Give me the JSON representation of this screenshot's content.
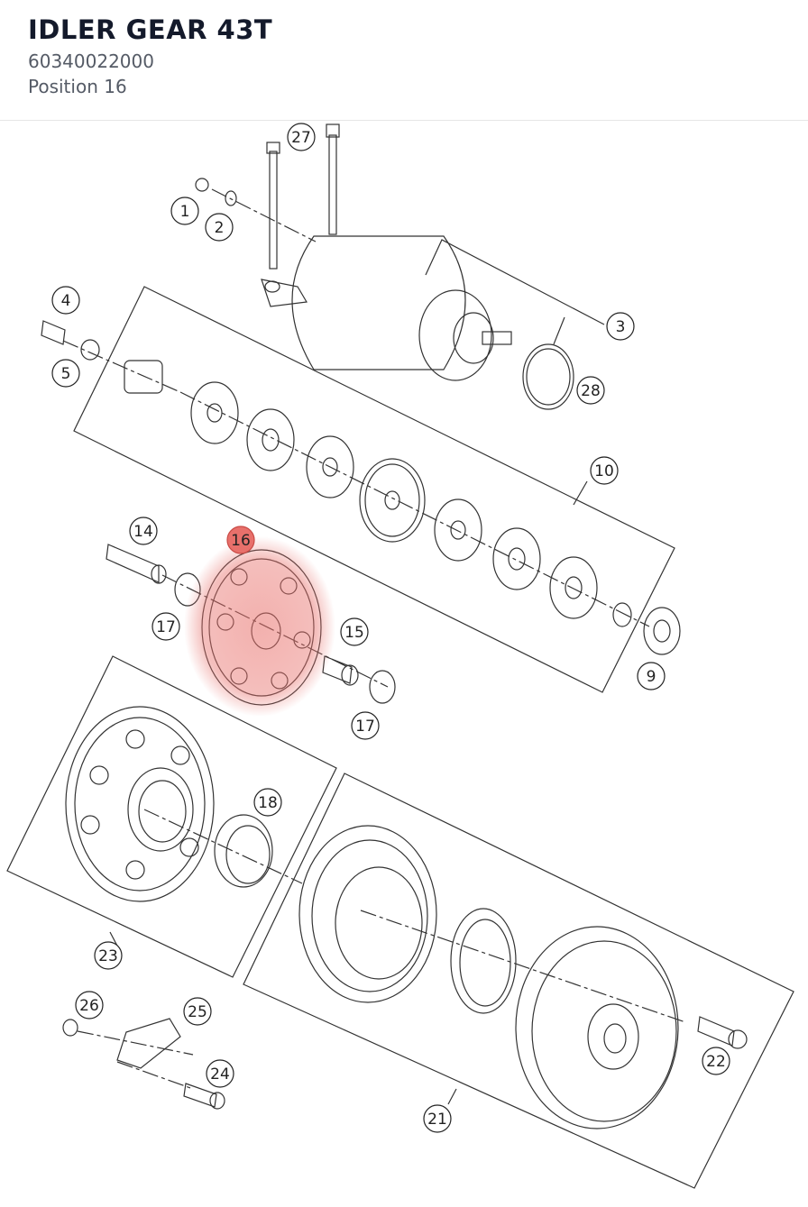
{
  "header": {
    "title": "IDLER GEAR 43T",
    "part_number": "60340022000",
    "position_label": "Position 16"
  },
  "diagram": {
    "highlight_color": "#e8706b",
    "callouts": [
      "1",
      "2",
      "3",
      "4",
      "5",
      "9",
      "10",
      "14",
      "15",
      "16",
      "17",
      "17",
      "18",
      "21",
      "22",
      "23",
      "24",
      "25",
      "26",
      "27",
      "28"
    ],
    "highlighted_callout": "16"
  }
}
